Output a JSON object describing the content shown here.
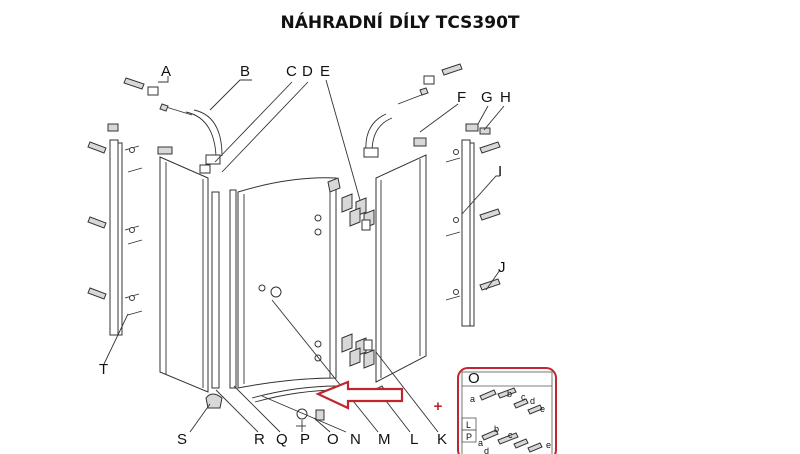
{
  "title": "NÁHRADNÍ DÍLY TCS390T",
  "labels": {
    "A": "A",
    "B": "B",
    "C": "C",
    "D": "D",
    "E": "E",
    "F": "F",
    "G": "G",
    "H": "H",
    "I": "I",
    "J": "J",
    "K": "K",
    "L": "L",
    "M": "M",
    "N": "N",
    "O": "O",
    "P": "P",
    "Q": "Q",
    "R": "R",
    "S": "S",
    "T": "T"
  },
  "plus": "+",
  "inset": {
    "header": "O",
    "a": "a",
    "b": "b",
    "c": "c",
    "d": "d",
    "e": "e",
    "row_l": "L",
    "row_p": "P",
    "a2": "a",
    "b2": "b",
    "c2": "c",
    "d2": "d",
    "e2": "e"
  },
  "colors": {
    "highlight": "#c0262d",
    "line": "#333333",
    "title": "#111111"
  }
}
